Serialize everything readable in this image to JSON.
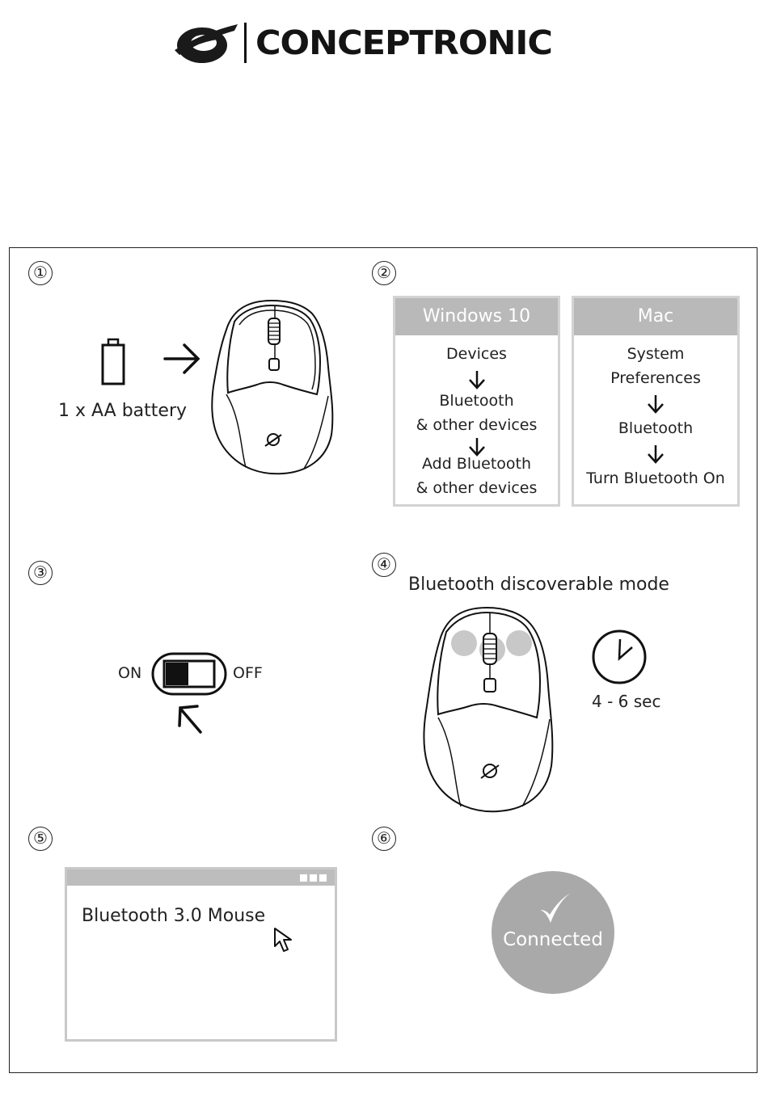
{
  "brand": {
    "name": "CONCEPTRONIC"
  },
  "steps": [
    {
      "number": "①"
    },
    {
      "number": "②"
    },
    {
      "number": "③"
    },
    {
      "number": "④"
    },
    {
      "number": "⑤"
    },
    {
      "number": "⑥"
    }
  ],
  "step1": {
    "battery_label": "1 x AA battery"
  },
  "step2": {
    "windows": {
      "title": "Windows 10",
      "lines": [
        "Devices",
        "Bluetooth",
        "& other devices",
        "Add Bluetooth",
        "& other devices"
      ]
    },
    "mac": {
      "title": "Mac",
      "lines": [
        "System",
        "Preferences",
        "Bluetooth",
        "Turn Bluetooth On"
      ]
    }
  },
  "step3": {
    "on_label": "ON",
    "off_label": "OFF"
  },
  "step4": {
    "title": "Bluetooth discoverable mode",
    "duration": "4 - 6 sec"
  },
  "step5": {
    "device_name": "Bluetooth 3.0 Mouse"
  },
  "step6": {
    "status": "Connected"
  },
  "colors": {
    "panel_header": "#b9b9b9",
    "connected_circle": "#a9a9a9",
    "highlight_dot": "#c8c8c8"
  }
}
